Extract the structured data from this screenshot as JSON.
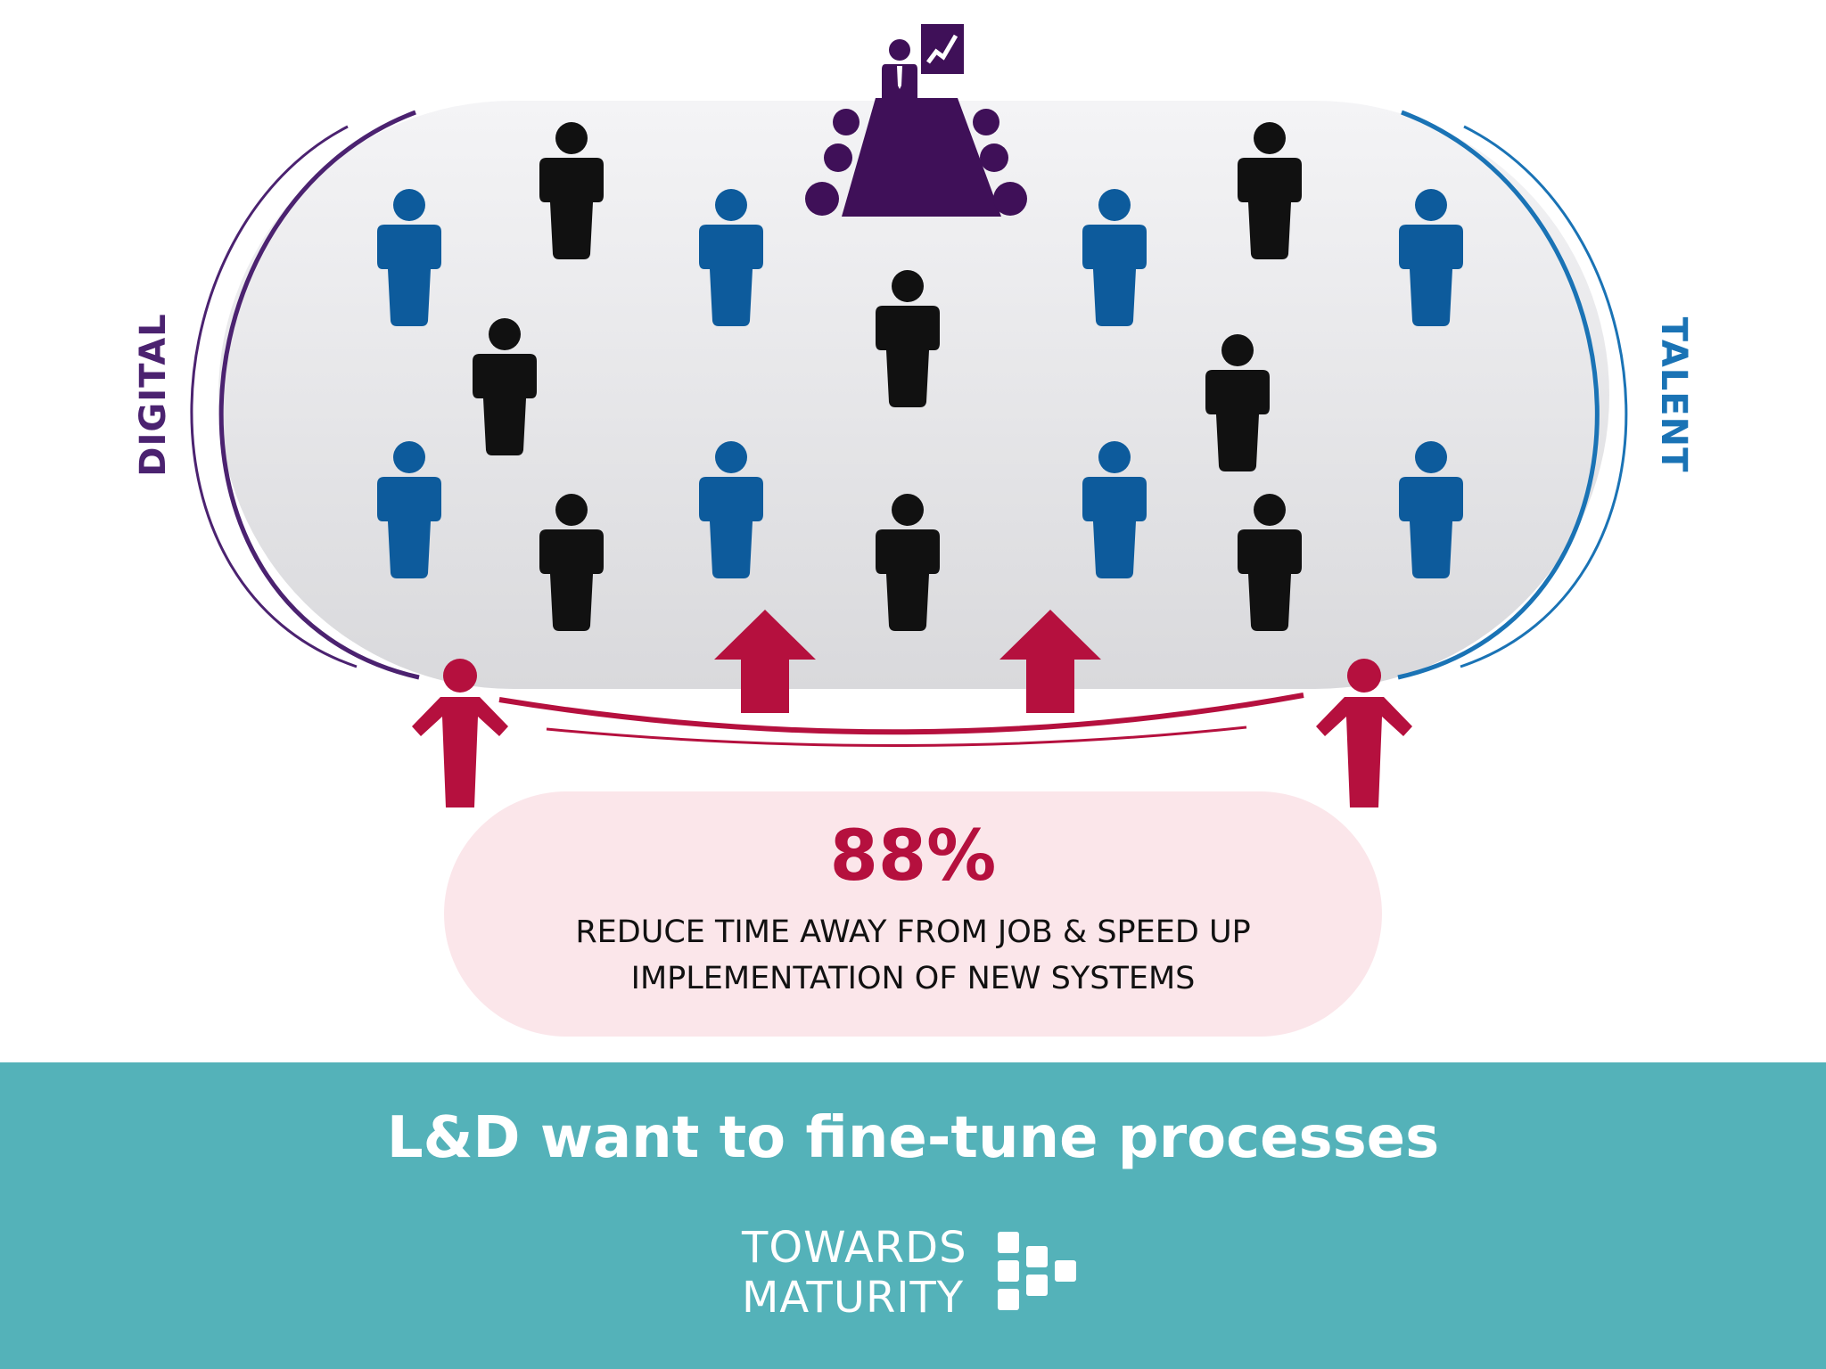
{
  "diagram": {
    "left_label": "DIGITAL",
    "right_label": "TALENT",
    "colors": {
      "digital": "#4b2270",
      "talent": "#1a73b5",
      "accent": "#b5103e",
      "blue_person": "#0d5b9c",
      "black_person": "#111111",
      "presenter": "#3f1058",
      "oval_fill": "#e1e1e4"
    },
    "icons": [
      "presenter-with-chart-icon",
      "conference-table-icon",
      "person-icon",
      "up-arrow-icon"
    ]
  },
  "stat": {
    "value": "88%",
    "line1": "REDUCE TIME AWAY FROM JOB & SPEED UP",
    "line2": "IMPLEMENTATION OF NEW SYSTEMS"
  },
  "footer": {
    "title": "L&D want to fine-tune processes",
    "brand_line1": "TOWARDS",
    "brand_line2": "MATURITY",
    "background": "#54b2b9"
  }
}
